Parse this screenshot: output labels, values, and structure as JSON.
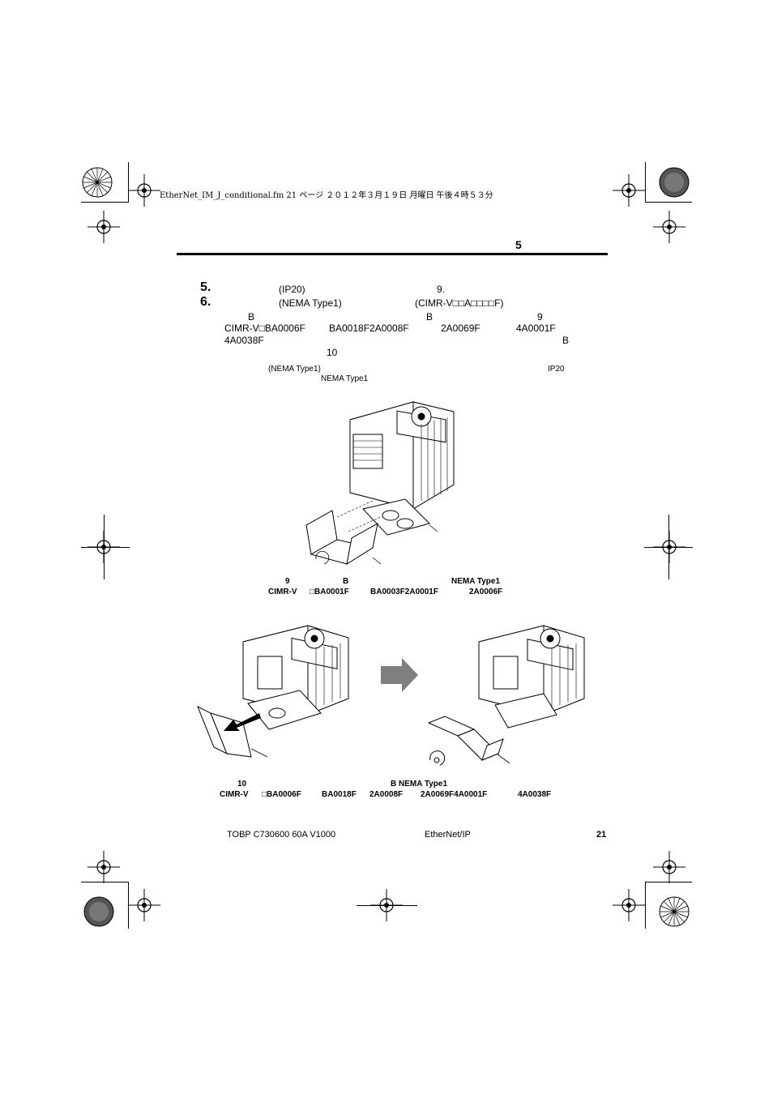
{
  "header": {
    "file_info": "EtherNet_IM_J_conditional.fm  21 ページ  ２０１２年３月１９日  月曜日  午後４時５３分",
    "chapter_num": "5"
  },
  "steps": {
    "s5": {
      "num": "5.",
      "t1": "(IP20)",
      "t2": "9."
    },
    "s6": {
      "num": "6.",
      "t1": "(NEMA Type1)",
      "t2": "(CIMR-V□□A□□□□F)"
    }
  },
  "body": {
    "r1": {
      "a": "B",
      "b": "B",
      "c": "9"
    },
    "r2": {
      "a": "CIMR-V□BA0006F",
      "b": "BA0018F2A0008F",
      "c": "2A0069F",
      "d": "4A0001F"
    },
    "r3": {
      "a": "4A0038F",
      "b": "B"
    },
    "r4": {
      "a": "10"
    }
  },
  "note": {
    "a": "(NEMA Type1)",
    "b": "IP20",
    "c": "NEMA Type1"
  },
  "fig9": {
    "num": "9",
    "b": "B",
    "nema": "NEMA Type1",
    "m1": "CIMR-V",
    "m2": "□BA0001F",
    "m3": "BA0003F2A0001F",
    "m4": "2A0006F"
  },
  "fig10": {
    "num": "10",
    "bn": "B NEMA Type1",
    "m1": "CIMR-V",
    "m2": "□BA0006F",
    "m3": "BA0018F",
    "m4": "2A0008F",
    "m5": "2A0069F4A0001F",
    "m6": "4A0038F"
  },
  "footer": {
    "doc_no": "TOBP C730600 60A V1000",
    "product": "EtherNet/IP",
    "page": "21"
  },
  "colors": {
    "arrow": "#7f7f7f"
  }
}
